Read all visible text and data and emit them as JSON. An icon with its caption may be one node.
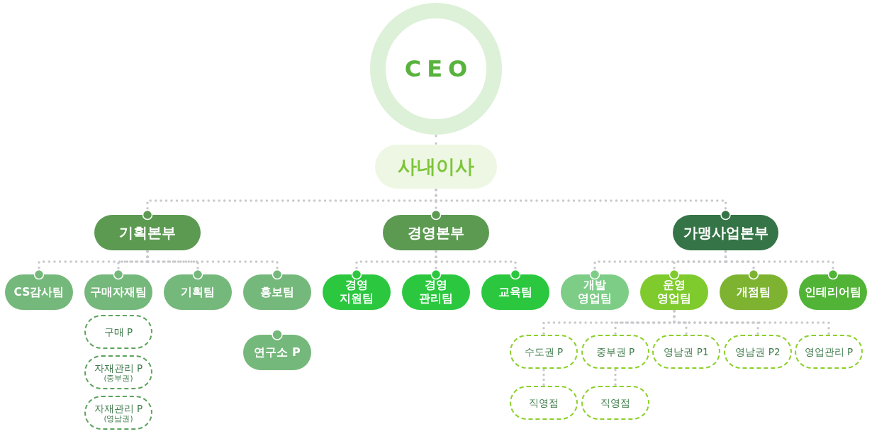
{
  "diagram": {
    "nodes": [
      {
        "text": [
          "CEO"
        ]
      },
      {
        "text": [
          "사내이사"
        ]
      },
      {
        "text": [
          "기획본부"
        ]
      },
      {
        "text": [
          "경영본부"
        ]
      },
      {
        "text": [
          "가맹사업본부"
        ]
      },
      {
        "text": [
          "CS감사팀"
        ]
      },
      {
        "text": [
          "구매자재팀"
        ]
      },
      {
        "text": [
          "기획팀"
        ]
      },
      {
        "text": [
          "홍보팀"
        ]
      },
      {
        "text": [
          "경영 지원팀"
        ]
      },
      {
        "text": [
          "경영 관리팀"
        ]
      },
      {
        "text": [
          "교육팀"
        ]
      },
      {
        "text": [
          "개발 영업팀"
        ]
      },
      {
        "text": [
          "운영 영업팀"
        ]
      },
      {
        "text": [
          "개점팀"
        ]
      },
      {
        "text": [
          "인테리어팀"
        ]
      },
      {
        "text": [
          "구매 P"
        ]
      },
      {
        "text": [
          "자재관리 P",
          "(중부권)"
        ]
      },
      {
        "text": [
          "자재관리 P",
          "(영남권)"
        ]
      },
      {
        "text": [
          "연구소 P"
        ]
      },
      {
        "text": [
          "수도권 P"
        ]
      },
      {
        "text": [
          "중부권 P"
        ]
      },
      {
        "text": [
          "영남권 P1"
        ]
      },
      {
        "text": [
          "영남권 P2"
        ]
      },
      {
        "text": [
          "영업관리 P"
        ]
      },
      {
        "text": [
          "직영점"
        ]
      },
      {
        "text": [
          "직영점"
        ]
      }
    ],
    "edges": [
      {
        "from": 0,
        "to": 1,
        "arrow": "none"
      },
      {
        "from": 1,
        "to": 2,
        "arrow": "other"
      },
      {
        "from": 1,
        "to": 3,
        "arrow": "other"
      },
      {
        "from": 1,
        "to": 4,
        "arrow": "other"
      },
      {
        "from": 2,
        "to": 5,
        "arrow": "other"
      },
      {
        "from": 2,
        "to": 6,
        "arrow": "other"
      },
      {
        "from": 2,
        "to": 7,
        "arrow": "other"
      },
      {
        "from": 2,
        "to": 8,
        "arrow": "other"
      },
      {
        "from": 3,
        "to": 9,
        "arrow": "other"
      },
      {
        "from": 3,
        "to": 10,
        "arrow": "other"
      },
      {
        "from": 3,
        "to": 11,
        "arrow": "other"
      },
      {
        "from": 4,
        "to": 12,
        "arrow": "other"
      },
      {
        "from": 4,
        "to": 13,
        "arrow": "other"
      },
      {
        "from": 4,
        "to": 14,
        "arrow": "other"
      },
      {
        "from": 4,
        "to": 15,
        "arrow": "other"
      },
      {
        "from": 13,
        "to": 20,
        "arrow": "none"
      },
      {
        "from": 13,
        "to": 21,
        "arrow": "none"
      },
      {
        "from": 13,
        "to": 22,
        "arrow": "none"
      },
      {
        "from": 13,
        "to": 23,
        "arrow": "none"
      },
      {
        "from": 13,
        "to": 24,
        "arrow": "none"
      },
      {
        "from": 20,
        "to": 25,
        "arrow": "none"
      },
      {
        "from": 21,
        "to": 26,
        "arrow": "none"
      }
    ]
  }
}
